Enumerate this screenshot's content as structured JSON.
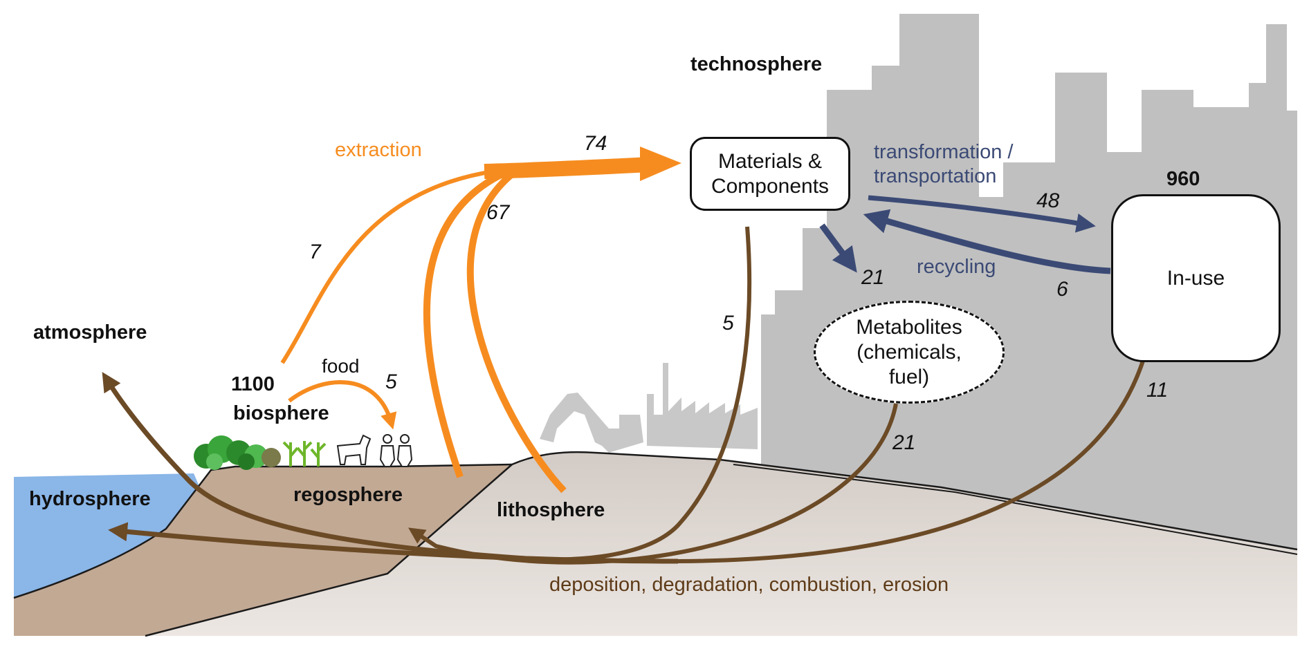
{
  "spheres": {
    "technosphere": "technosphere",
    "atmosphere": "atmosphere",
    "biosphere": "biosphere",
    "hydrosphere": "hydrosphere",
    "regosphere": "regosphere",
    "lithosphere": "lithosphere"
  },
  "stocks": {
    "biosphere": "1100",
    "in_use": "960"
  },
  "boxes": {
    "materials": "Materials &\nComponents",
    "metabolites": "Metabolites\n(chemicals,\nfuel)",
    "in_use": "In-use"
  },
  "flow_labels": {
    "extraction": "extraction",
    "food": "food",
    "transformation": "transformation /\ntransportation",
    "recycling": "recycling",
    "deposition": "deposition, degradation, combustion, erosion"
  },
  "flows": {
    "biosphere_extraction": "7",
    "total_extraction": "74",
    "geo_extraction": "67",
    "food": "5",
    "to_in_use": "48",
    "to_metabolites": "21",
    "recycling": "6",
    "materials_loss": "5",
    "metabolites_loss": "21",
    "in_use_loss": "11"
  },
  "colors": {
    "extraction": "#f68c1f",
    "technosphere_flows": "#3b4a75",
    "losses": "#6b4a26",
    "city": "#c0c0c0",
    "water": "#8ab6e8",
    "soil": "#c2a994",
    "rock": "#ddd5cf"
  }
}
